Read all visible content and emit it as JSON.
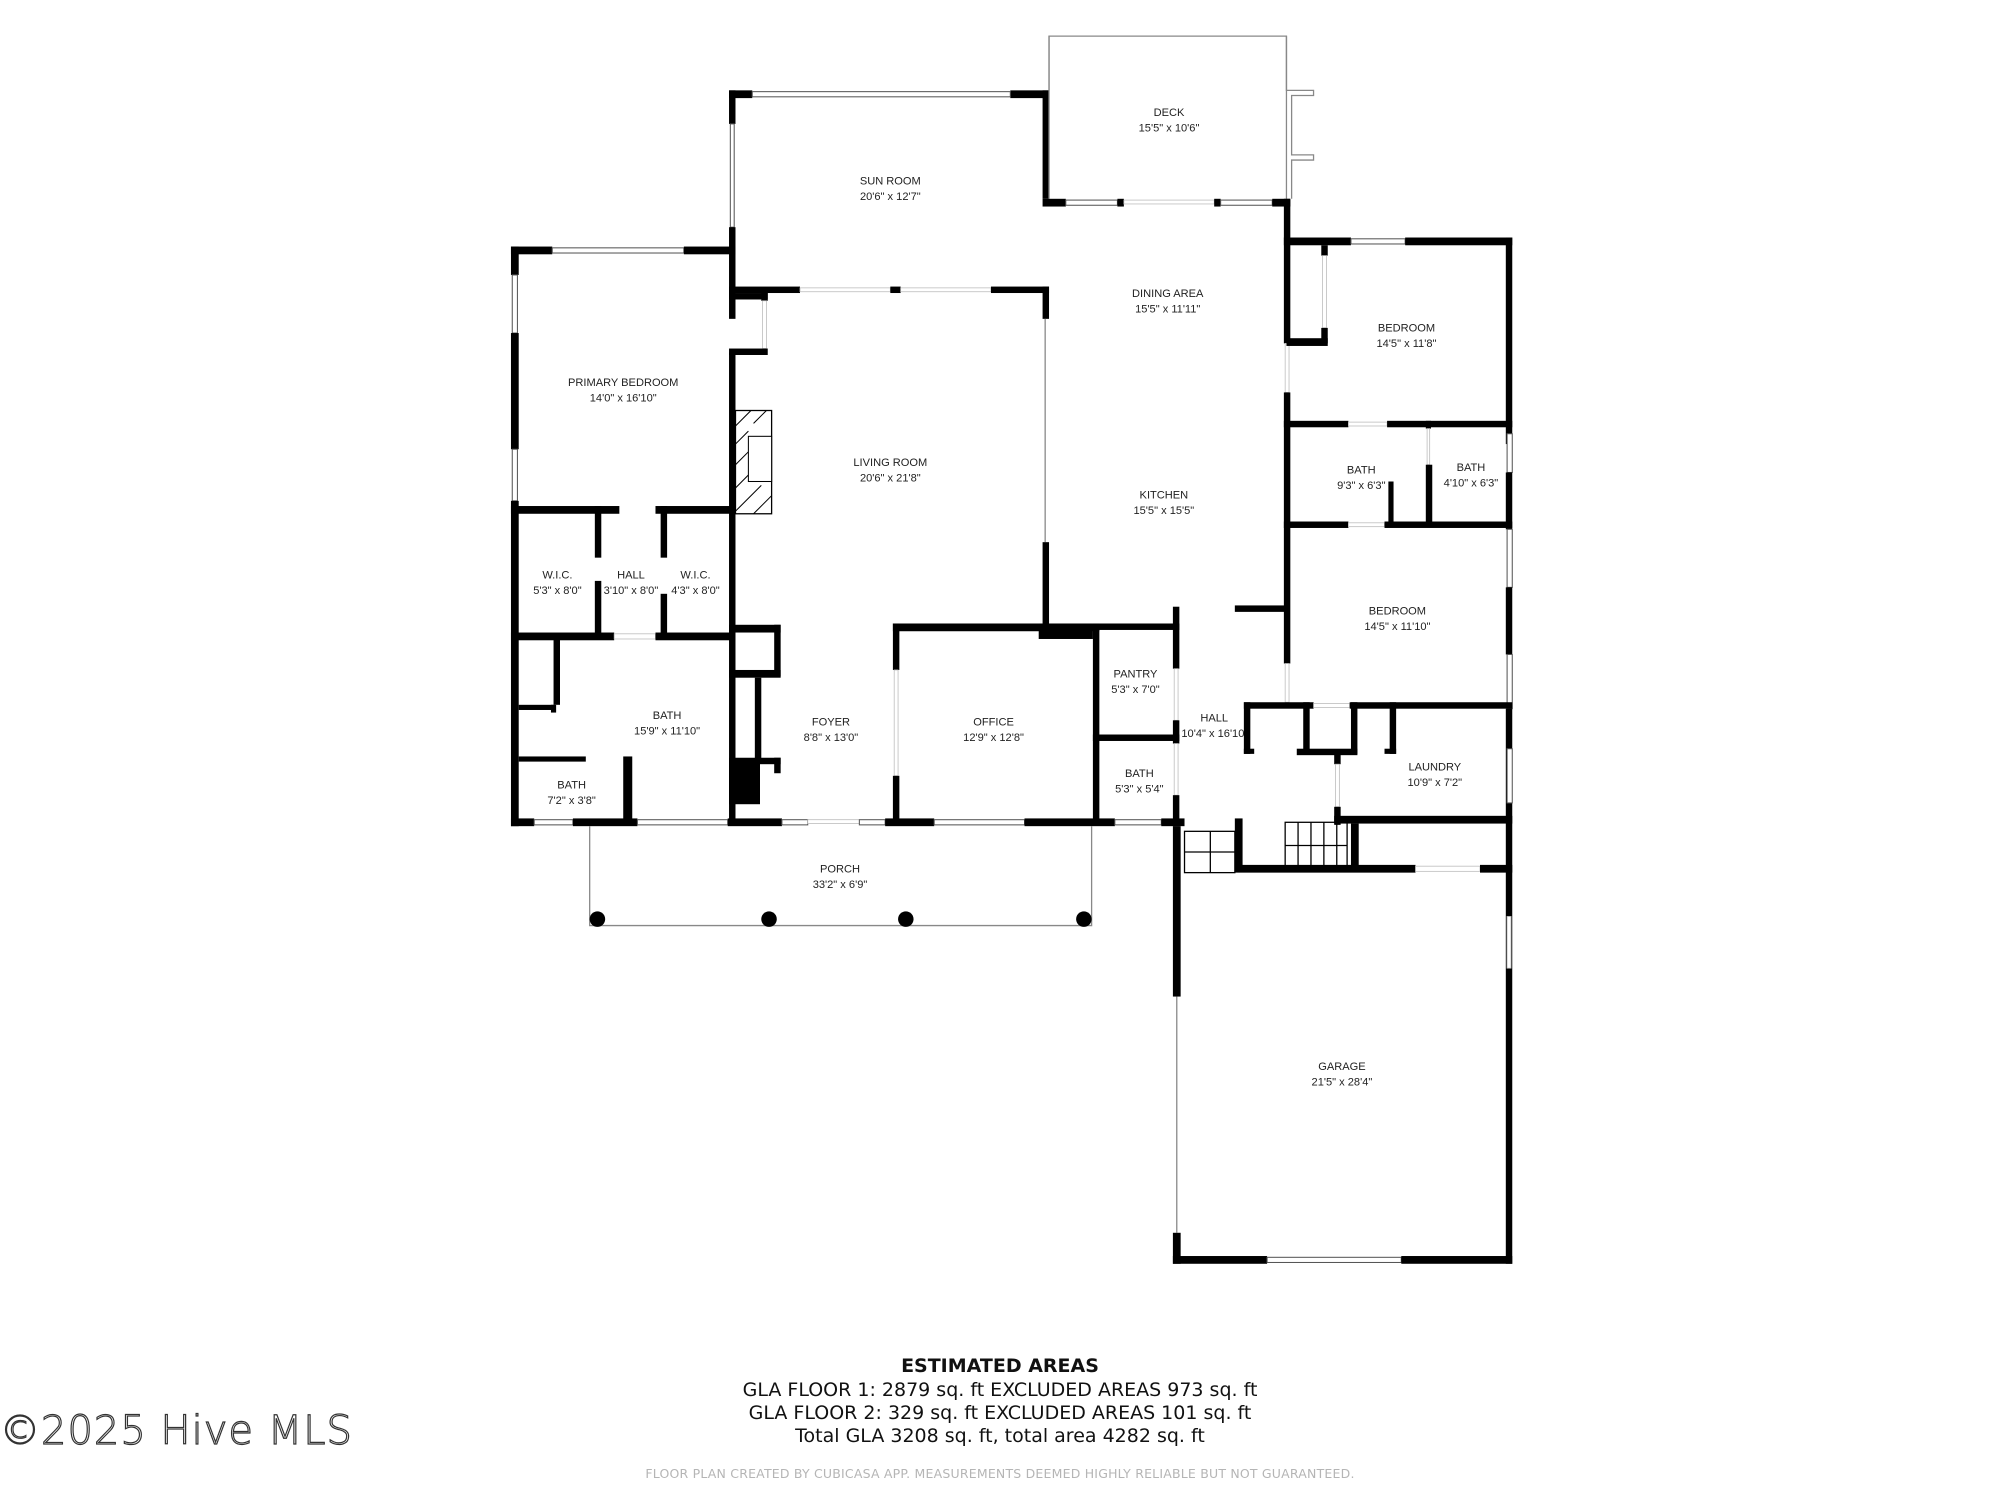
{
  "rooms": {
    "sun_room": {
      "name": "SUN ROOM",
      "dim": "20'6\" x 12'7\""
    },
    "deck": {
      "name": "DECK",
      "dim": "15'5\" x 10'6\""
    },
    "primary_bedroom": {
      "name": "PRIMARY BEDROOM",
      "dim": "14'0\" x 16'10\""
    },
    "living_room": {
      "name": "LIVING ROOM",
      "dim": "20'6\" x 21'8\""
    },
    "dining_area": {
      "name": "DINING AREA",
      "dim": "15'5\" x 11'11\""
    },
    "kitchen": {
      "name": "KITCHEN",
      "dim": "15'5\" x 15'5\""
    },
    "bedroom_1": {
      "name": "BEDROOM",
      "dim": "14'5\" x 11'8\""
    },
    "bath_a": {
      "name": "BATH",
      "dim": "9'3\" x 6'3\""
    },
    "bath_b": {
      "name": "BATH",
      "dim": "4'10\" x 6'3\""
    },
    "bedroom_2": {
      "name": "BEDROOM",
      "dim": "14'5\" x 11'10\""
    },
    "wic_1": {
      "name": "W.I.C.",
      "dim": "5'3\" x 8'0\""
    },
    "hall_1": {
      "name": "HALL",
      "dim": "3'10\" x 8'0\""
    },
    "wic_2": {
      "name": "W.I.C.",
      "dim": "4'3\" x 8'0\""
    },
    "primary_bath": {
      "name": "BATH",
      "dim": "15'9\" x 11'10\""
    },
    "small_bath": {
      "name": "BATH",
      "dim": "7'2\" x 3'8\""
    },
    "foyer": {
      "name": "FOYER",
      "dim": "8'8\" x 13'0\""
    },
    "office": {
      "name": "OFFICE",
      "dim": "12'9\" x 12'8\""
    },
    "pantry": {
      "name": "PANTRY",
      "dim": "5'3\" x 7'0\""
    },
    "hall_2": {
      "name": "HALL",
      "dim": "10'4\" x 16'10"
    },
    "bath_c": {
      "name": "BATH",
      "dim": "5'3\" x 5'4\""
    },
    "laundry": {
      "name": "LAUNDRY",
      "dim": "10'9\" x 7'2\""
    },
    "porch": {
      "name": "PORCH",
      "dim": "33'2\" x 6'9\""
    },
    "garage": {
      "name": "GARAGE",
      "dim": "21'5\" x 28'4\""
    }
  },
  "estimated_areas": {
    "title": "ESTIMATED AREAS",
    "floor1": "GLA FLOOR 1: 2879 sq. ft EXCLUDED AREAS 973 sq. ft",
    "floor2": "GLA FLOOR 2: 329 sq. ft EXCLUDED AREAS 101 sq. ft",
    "total": "Total GLA 3208 sq. ft, total area 4282 sq. ft"
  },
  "disclaimer": "FLOOR PLAN CREATED BY CUBICASA APP. MEASUREMENTS DEEMED HIGHLY RELIABLE BUT NOT GUARANTEED.",
  "watermark": "©2025 Hive MLS"
}
